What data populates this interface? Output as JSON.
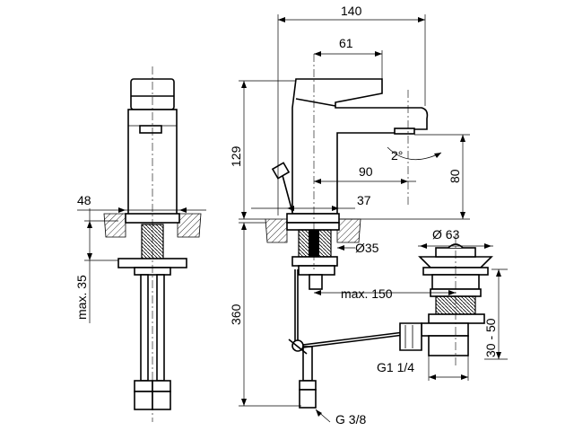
{
  "dimensions": {
    "overall_width": "140",
    "spout_offset": "61",
    "height_129": "129",
    "spout_reach": "90",
    "spout_clearance": "80",
    "angle": "2°",
    "base_diameter": "37",
    "body_width": "48",
    "hole_diameter": "Ø35",
    "max_thickness": "max. 35",
    "max_distance": "max. 150",
    "tailpiece_length": "360",
    "waste_diameter": "Ø 63",
    "waste_range": "30 - 50",
    "waste_thread": "G1 1/4",
    "supply_thread": "G 3/8"
  }
}
